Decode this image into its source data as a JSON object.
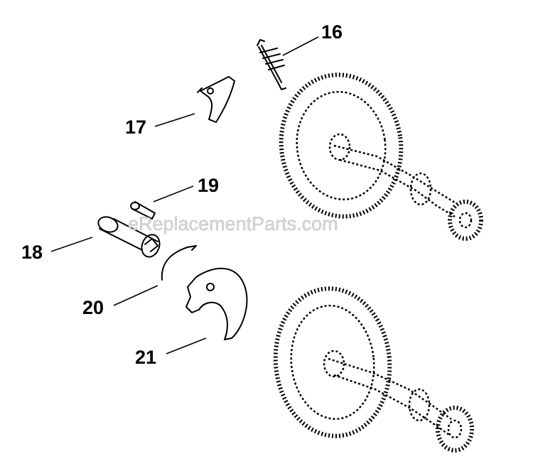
{
  "watermark": "eReplacementParts.com",
  "callouts": {
    "c16": "16",
    "c17": "17",
    "c18": "18",
    "c19": "19",
    "c20": "20",
    "c21": "21"
  }
}
